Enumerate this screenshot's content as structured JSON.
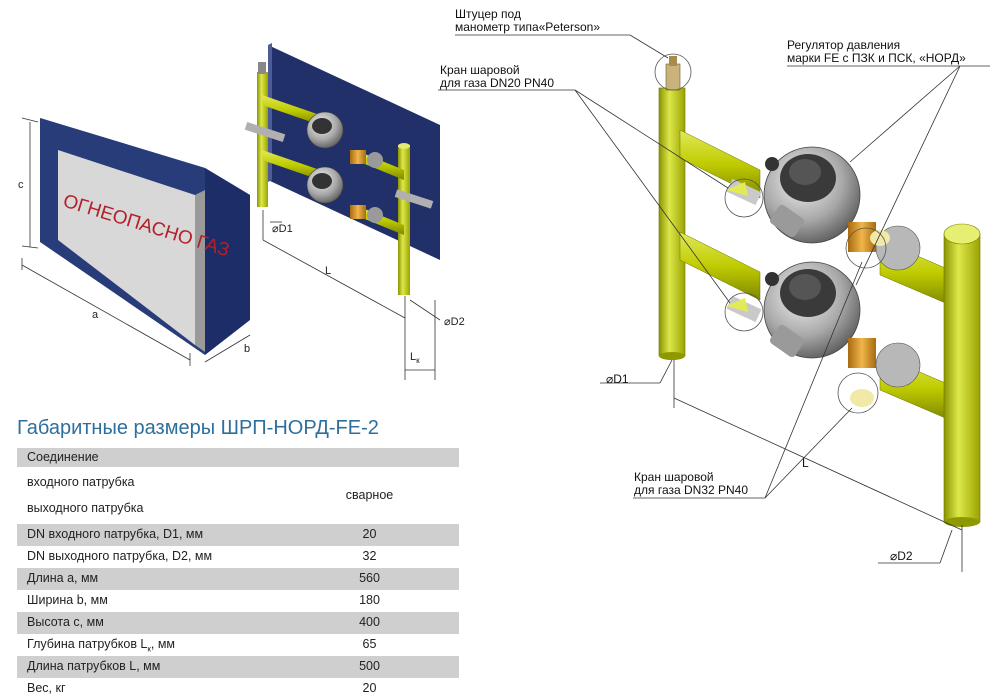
{
  "annotations": {
    "fitting": [
      "Штуцер под",
      "манометр типа«Peterson»"
    ],
    "regulator": [
      "Регулятор давления",
      "марки FE с ПЗК и ПСК, «НОРД»"
    ],
    "valve_small": [
      "Кран шаровой",
      "для газа DN20 PN40"
    ],
    "valve_large": [
      "Кран шаровой",
      "для газа DN32 PN40"
    ],
    "d1": "D1",
    "d2": "D2",
    "l": "L"
  },
  "left_drawing": {
    "cabinet_text": "ОГНЕОПАСНО ГАЗ",
    "dims": {
      "a": "a",
      "b": "b",
      "c": "c",
      "d1": "D1",
      "d2": "D2",
      "l": "L",
      "lk_main": "L",
      "lk_sub": "к"
    }
  },
  "spec": {
    "title": "Габаритные размеры ШРП-НОРД-FE-2",
    "header": "Соединение",
    "inlet": "входного патрубка",
    "outlet": "выходного патрубка",
    "connection_value": "сварное",
    "rows": [
      {
        "name": "DN входного патрубка, D1, мм",
        "value": "20"
      },
      {
        "name": "DN выходного патрубка, D2, мм",
        "value": "32"
      },
      {
        "name": "Длина a, мм",
        "value": "560"
      },
      {
        "name": "Ширина b, мм",
        "value": "180"
      },
      {
        "name": "Высота c, мм",
        "value": "400"
      },
      {
        "name_main": "Глубина патрубков L",
        "name_sub": "к",
        "name_tail": ", мм",
        "value": "65"
      },
      {
        "name": "Длина патрубков L, мм",
        "value": "500"
      },
      {
        "name": "Вес, кг",
        "value": "20"
      }
    ]
  },
  "colors": {
    "cabinet": "#283c7a",
    "pipe": "#c8d400",
    "title": "#2e6f9c",
    "row_gray": "#cfcfcf"
  }
}
